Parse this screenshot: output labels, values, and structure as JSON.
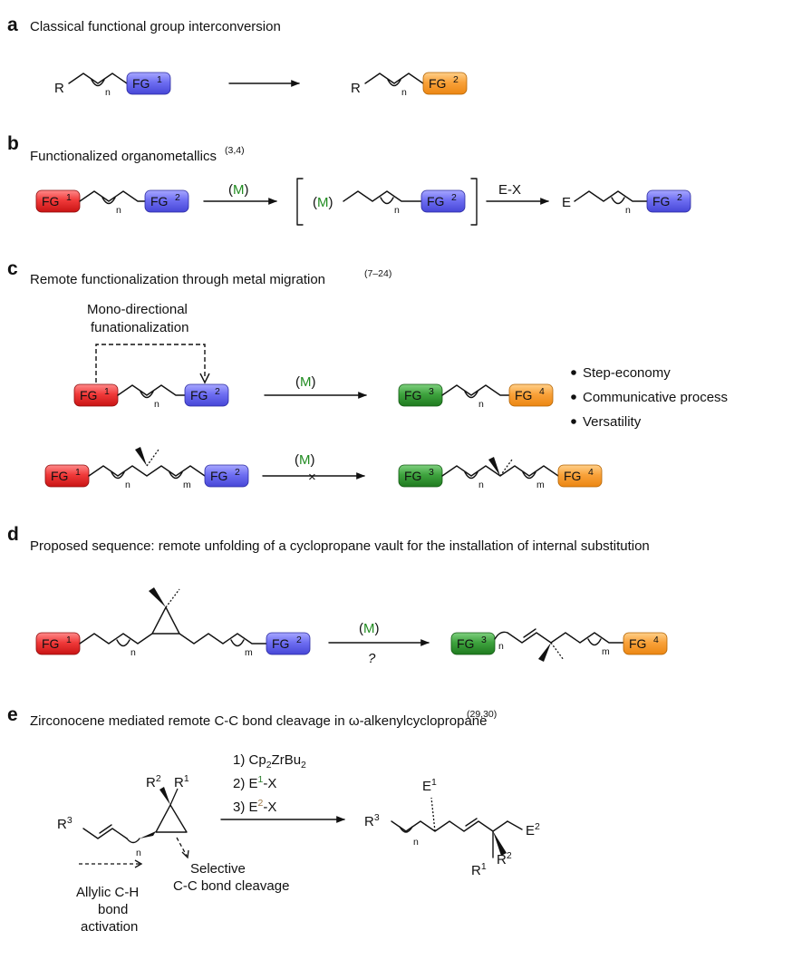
{
  "colors": {
    "red": "#e8262a",
    "blue": "#5b5ce8",
    "orange": "#f7931e",
    "green": "#2f8f2f",
    "metal_green": "#208b20",
    "r2_blue": "#1f2ad6",
    "r1_red": "#e1141c",
    "e1_green": "#2b7d2b",
    "e2_brown": "#9c7643"
  },
  "sections": {
    "a": {
      "letter": "a",
      "title": "Classical functional group interconversion",
      "r_left": "R",
      "r_right": "R",
      "n": "n"
    },
    "b": {
      "letter": "b",
      "title": "Functionalized organometallics",
      "ref": "(3,4)",
      "reagent": "(M)",
      "reagent2": "E-X",
      "e_label": "E",
      "n": "n"
    },
    "c": {
      "letter": "c",
      "title": "Remote functionalization through metal migration",
      "ref": "(7–24)",
      "bracket_line1": "Mono-directional",
      "bracket_line2": "funationalization",
      "reagent": "(M)",
      "n": "n",
      "m": "m",
      "bullets": [
        "Step-economy",
        "Communicative process",
        "Versatility"
      ],
      "cross": "×"
    },
    "d": {
      "letter": "d",
      "title": "Proposed sequence: remote unfolding of a cyclopropane vault for the installation of internal substitution",
      "reagent": "(M)",
      "reagent_below": "?",
      "n": "n",
      "m": "m"
    },
    "e": {
      "letter": "e",
      "title": "Zirconocene mediated remote C-C bond cleavage in ω-alkenylcyclopropane",
      "ref": "(29,30)",
      "steps": [
        "1) Cp",
        "2) E",
        "3) E"
      ],
      "step1_tail": "ZrBu",
      "step1_sub1": "2",
      "step1_sub2": "2",
      "step_sup": "1",
      "step3_sup": "2",
      "step_tail": "-X",
      "note_cc_1": "Selective",
      "note_cc_2": "C-C bond cleavage",
      "note_ch": [
        "Allylic C-H",
        "bond",
        "activation"
      ],
      "R": "R",
      "E": "E",
      "n": "n",
      "sup1": "1",
      "sup2": "2",
      "sup3": "3"
    }
  },
  "fg": {
    "FG": "FG",
    "s1": "1",
    "s2": "2",
    "s3": "3",
    "s4": "4"
  }
}
